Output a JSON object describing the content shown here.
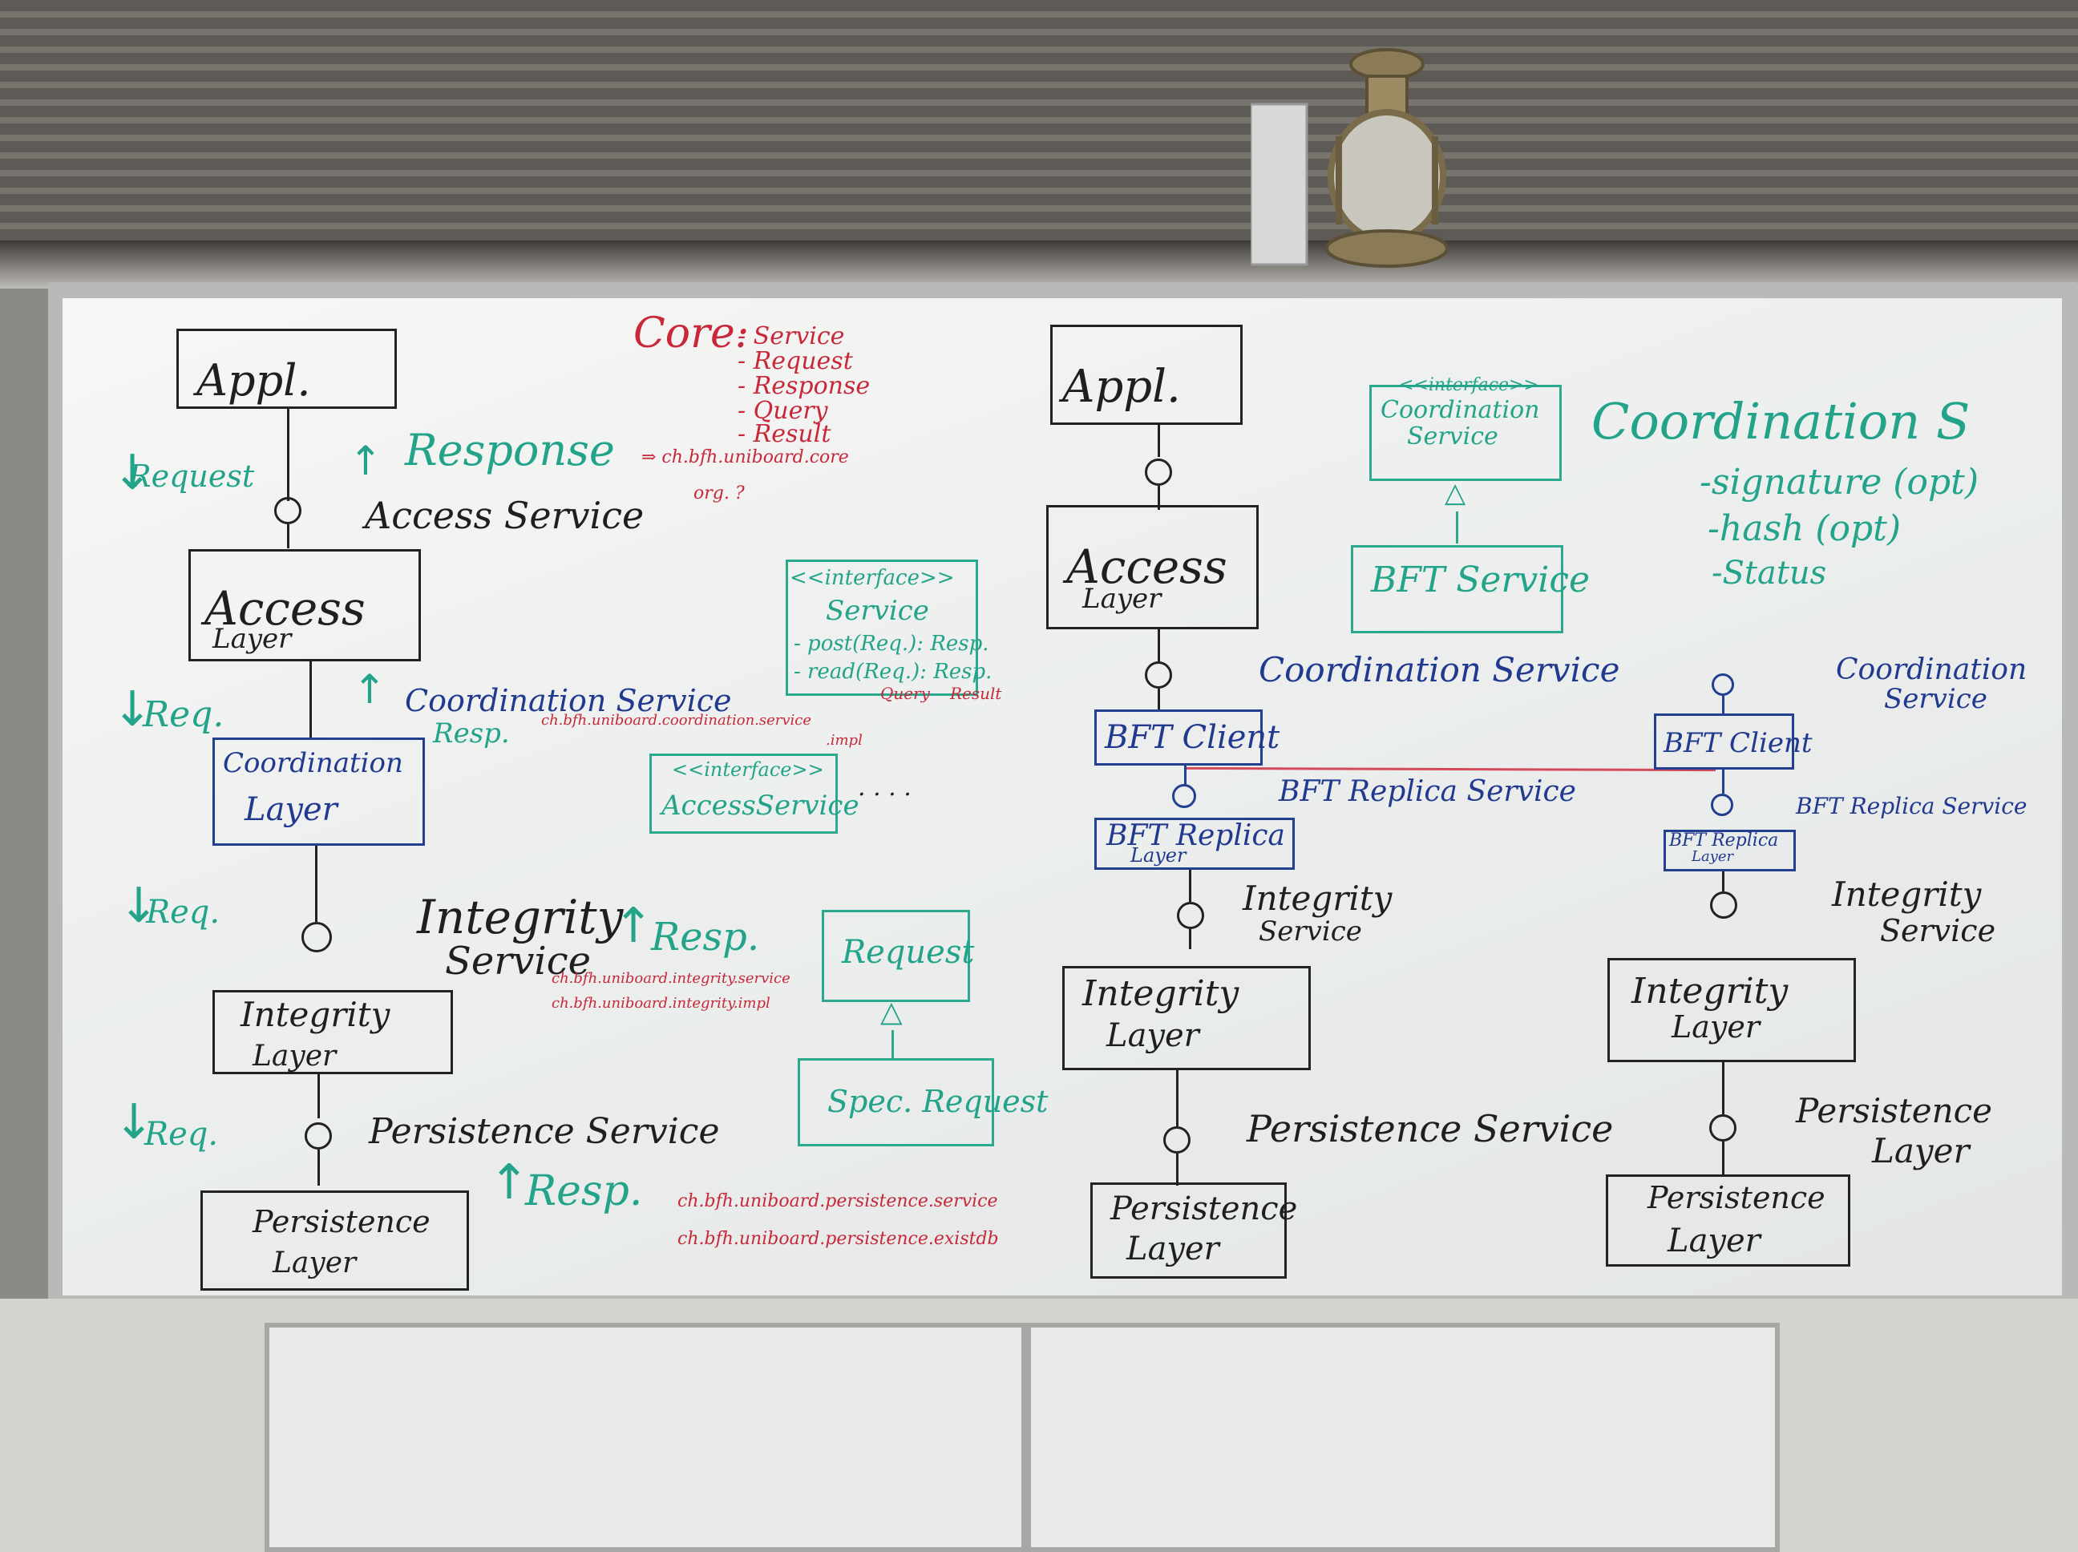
{
  "colors": {
    "black_ink": "#1f1f1f",
    "green_ink": "#22a38a",
    "blue_ink": "#21398f",
    "red_ink": "#c8283a",
    "board": "#f2f3f1"
  },
  "left_stack": {
    "appl": "Appl.",
    "request_label": "Request",
    "response_label": "Response",
    "access_service": "Access Service",
    "access_layer_1": "Access",
    "access_layer_2": "Layer",
    "req_1": "Req.",
    "coordination_service": "Coordination Service",
    "resp_1": "Resp.",
    "coordination_layer_1": "Coordination",
    "coordination_layer_2": "Layer",
    "req_2": "Req.",
    "integrity_service_1": "Integrity",
    "integrity_service_2": "Service",
    "resp_2": "Resp.",
    "integrity_layer_1": "Integrity",
    "integrity_layer_2": "Layer",
    "req_3": "Req.",
    "persistence_service": "Persistence Service",
    "resp_3": "Resp.",
    "persistence_layer_1": "Persistence",
    "persistence_layer_2": "Layer"
  },
  "core_notes": {
    "core_label": "Core:",
    "items": [
      "- Service",
      "- Request",
      "- Response",
      "- Query",
      "- Result"
    ],
    "package": "⇒ ch.bfh.uniboard.core",
    "org": "org. ?",
    "coordination_pkg_1": "ch.bfh.uniboard.coordination.service",
    "coordination_pkg_2": ".impl",
    "integrity_pkg_1": "ch.bfh.uniboard.integrity.service",
    "integrity_pkg_2": "ch.bfh.uniboard.integrity.impl",
    "persistence_pkg_1": "ch.bfh.uniboard.persistence.service",
    "persistence_pkg_2": "ch.bfh.uniboard.persistence.existdb"
  },
  "uml": {
    "service_stereotype": "<<interface>>",
    "service_name": "Service",
    "service_op_1": "- post(Req.): Resp.",
    "service_op_2": "- read(Req.): Resp.",
    "query_label": "Query",
    "result_label": "Result",
    "access_stereotype": "<<interface>>",
    "access_name": "AccessService",
    "ellipsis": ". . . .",
    "request_class": "Request",
    "spec_request_class": "Spec. Request"
  },
  "middle_stack": {
    "appl": "Appl.",
    "access_layer_1": "Access",
    "access_layer_2": "Layer",
    "coordination_service": "Coordination Service",
    "bft_client": "BFT Client",
    "bft_replica_service": "BFT Replica Service",
    "bft_replica_layer_1": "BFT Replica",
    "bft_replica_layer_2": "Layer",
    "integrity_service_1": "Integrity",
    "integrity_service_2": "Service",
    "integrity_layer_1": "Integrity",
    "integrity_layer_2": "Layer",
    "persistence_service": "Persistence Service",
    "persistence_layer_1": "Persistence",
    "persistence_layer_2": "Layer"
  },
  "coordination_uml": {
    "stereotype": "<<interface>>",
    "name_1": "Coordination",
    "name_2": "Service",
    "bft_service": "BFT Service"
  },
  "coordination_notes": {
    "title": "Coordination S",
    "items": [
      "-signature (opt)",
      "-hash (opt)",
      "-Status"
    ]
  },
  "right_stack": {
    "coordination_service_1": "Coordination",
    "coordination_service_2": "Service",
    "bft_client": "BFT Client",
    "bft_replica_service": "BFT Replica Service",
    "bft_replica_layer_1": "BFT Replica",
    "bft_replica_layer_2": "Layer",
    "integrity_service_1": "Integrity",
    "integrity_service_2": "Service",
    "integrity_layer_1": "Integrity",
    "integrity_layer_2": "Layer",
    "persistence_layer_label_1": "Persistence",
    "persistence_layer_label_2": "Layer",
    "persistence_layer_1": "Persistence",
    "persistence_layer_2": "Layer"
  }
}
